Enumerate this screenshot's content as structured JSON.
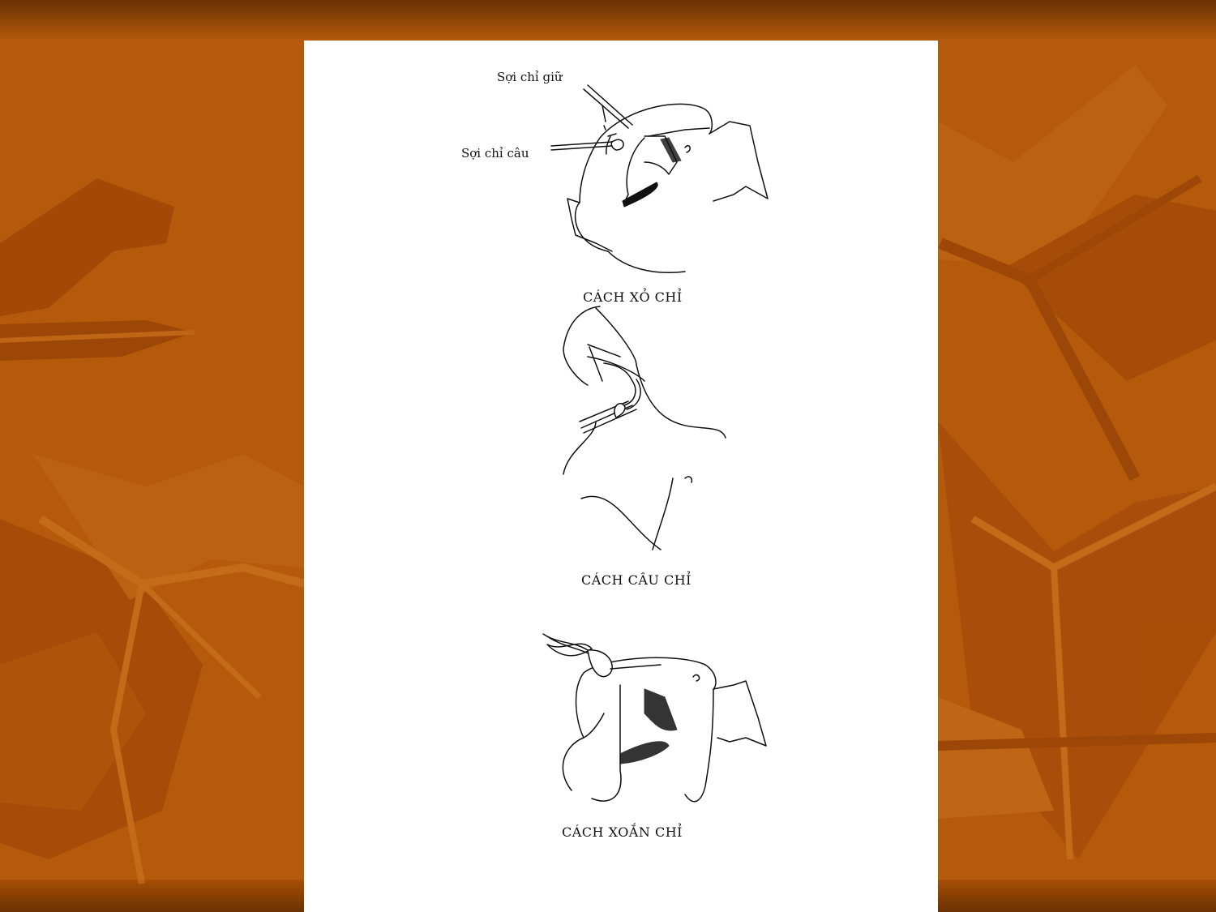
{
  "colors": {
    "background": "#b45a0a",
    "background_dark": "#7a3a04",
    "leaf_light": "#c8721c",
    "leaf_dark": "#943c08",
    "sheet": "#ffffff",
    "ink": "#111111"
  },
  "figure_1": {
    "label_top": "Sợi chỉ giữ",
    "label_left": "Sợi chỉ câu",
    "caption": "CÁCH XỎ CHỈ"
  },
  "figure_2": {
    "caption": "CÁCH CÂU CHỈ"
  },
  "figure_3": {
    "caption": "CÁCH XOẮN CHỈ"
  }
}
